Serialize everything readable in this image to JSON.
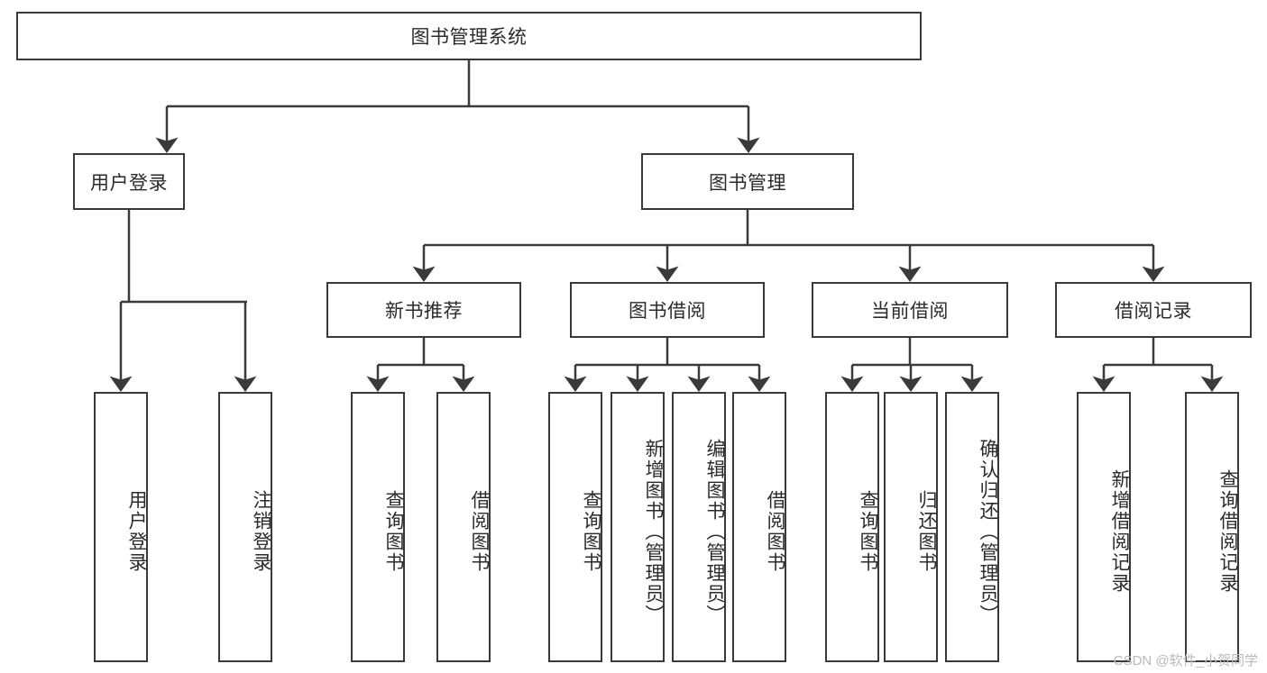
{
  "diagram": {
    "title": "图书管理系统",
    "type": "tree",
    "watermark": "CSDN @软件_小贺同学",
    "colors": {
      "stroke": "#3a3a3a",
      "background": "#ffffff",
      "text": "#2b2b2b",
      "watermark": "#b9b9b9"
    },
    "nodes": {
      "root": {
        "label": "图书管理系统"
      },
      "level2": [
        {
          "id": "user_login",
          "label": "用户登录"
        },
        {
          "id": "book_manage",
          "label": "图书管理"
        }
      ],
      "level3": [
        {
          "id": "new_book_rec",
          "label": "新书推荐"
        },
        {
          "id": "book_borrow",
          "label": "图书借阅"
        },
        {
          "id": "current_borrow",
          "label": "当前借阅"
        },
        {
          "id": "borrow_record",
          "label": "借阅记录"
        }
      ],
      "leaves": {
        "user_login": [
          {
            "id": "leaf_user_login",
            "label": "用户登录"
          },
          {
            "id": "leaf_logout",
            "label": "注销登录"
          }
        ],
        "new_book_rec": [
          {
            "id": "leaf_query_book_1",
            "label": "查询图书"
          },
          {
            "id": "leaf_borrow_book_1",
            "label": "借阅图书"
          }
        ],
        "book_borrow": [
          {
            "id": "leaf_query_book_2",
            "label": "查询图书"
          },
          {
            "id": "leaf_add_book",
            "label": "新增图书（管理员）"
          },
          {
            "id": "leaf_edit_book",
            "label": "编辑图书（管理员）"
          },
          {
            "id": "leaf_borrow_book_2",
            "label": "借阅图书"
          }
        ],
        "current_borrow": [
          {
            "id": "leaf_query_book_3",
            "label": "查询图书"
          },
          {
            "id": "leaf_return_book",
            "label": "归还图书"
          },
          {
            "id": "leaf_confirm_return",
            "label": "确认归还（管理员）"
          }
        ],
        "borrow_record": [
          {
            "id": "leaf_add_record",
            "label": "新增借阅记录"
          },
          {
            "id": "leaf_query_record",
            "label": "查询借阅记录"
          }
        ]
      }
    }
  }
}
